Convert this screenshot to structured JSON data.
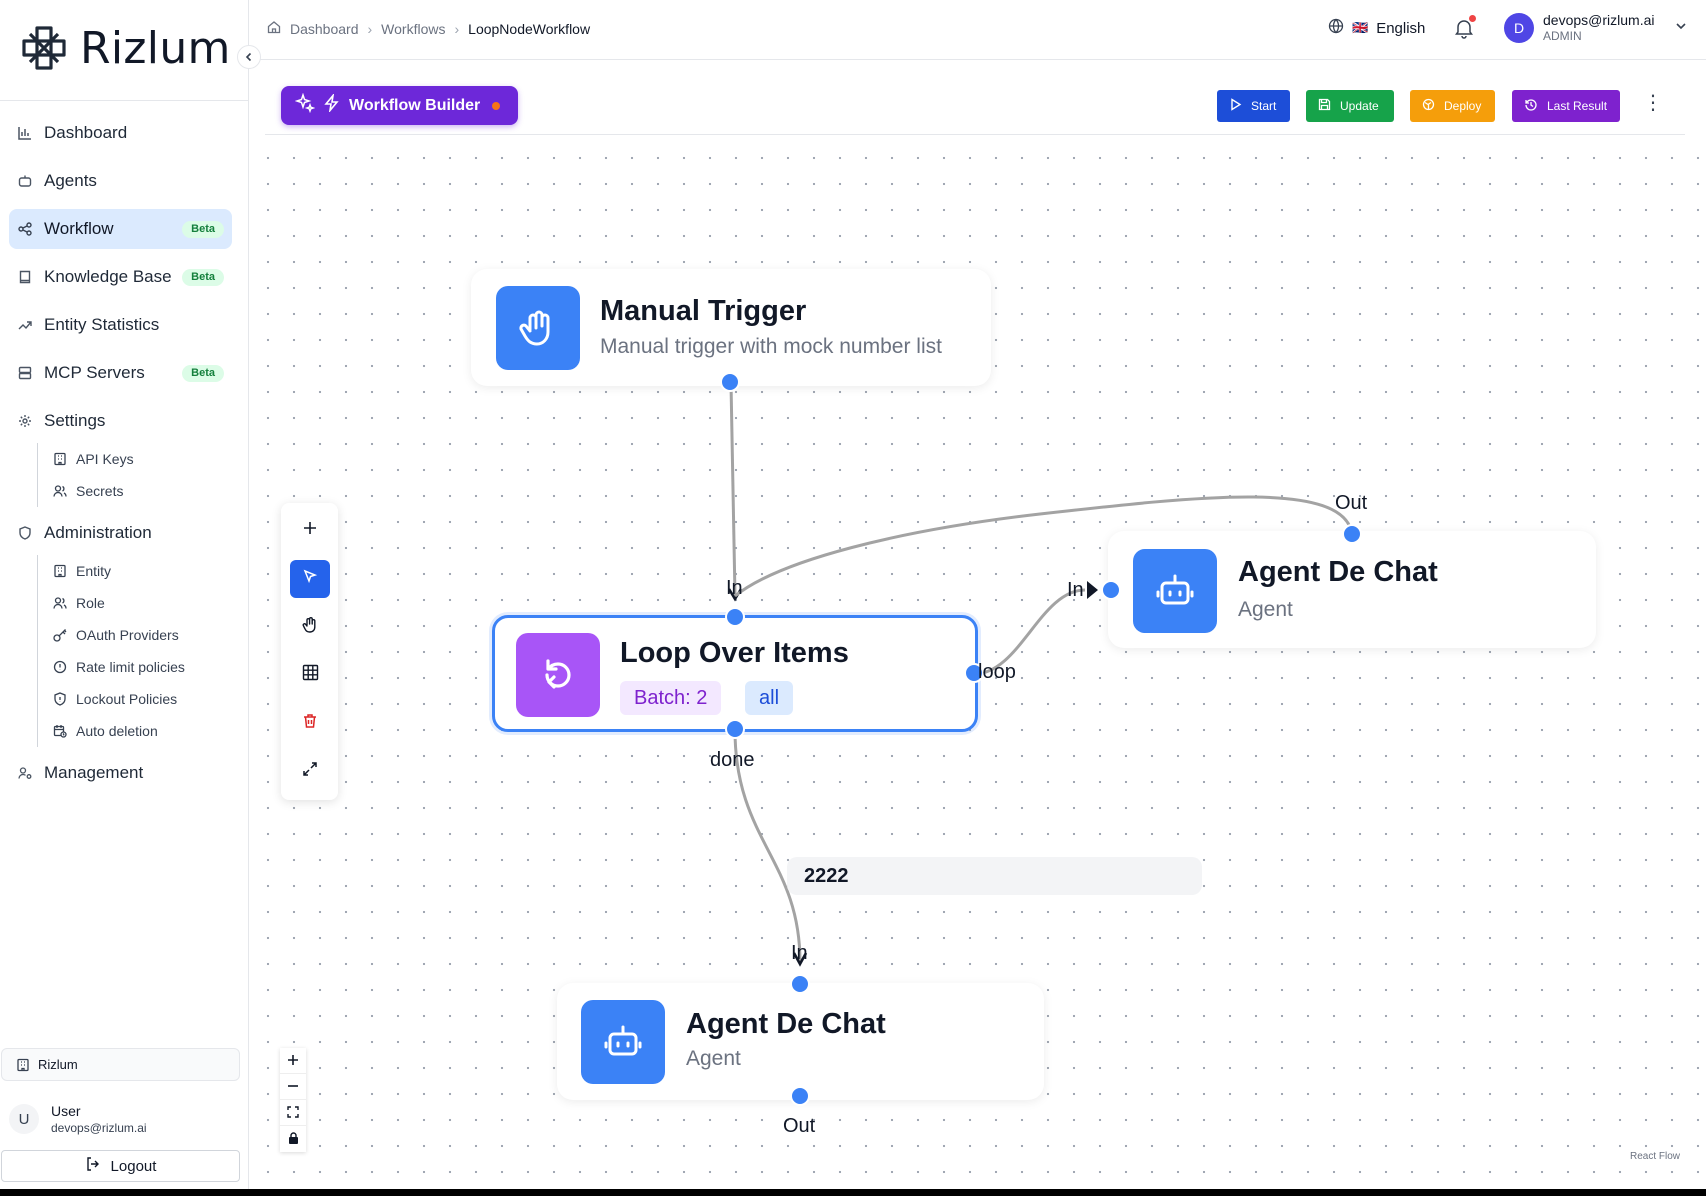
{
  "brand": {
    "name": "Rizlum",
    "accent": "#2563eb",
    "brand_purple": "#6d28d9"
  },
  "sidebar": {
    "items": [
      {
        "label": "Dashboard",
        "icon": "chart-icon"
      },
      {
        "label": "Agents",
        "icon": "bot-icon"
      },
      {
        "label": "Workflow",
        "icon": "share-icon",
        "badge": "Beta",
        "active": true
      },
      {
        "label": "Knowledge Base",
        "icon": "book-icon",
        "badge": "Beta"
      },
      {
        "label": "Entity Statistics",
        "icon": "trend-icon"
      },
      {
        "label": "MCP Servers",
        "icon": "server-icon",
        "badge": "Beta"
      },
      {
        "label": "Settings",
        "icon": "gear-icon"
      },
      {
        "label": "Administration",
        "icon": "shield-icon"
      },
      {
        "label": "Management",
        "icon": "users-cog-icon"
      }
    ],
    "settings_sub": [
      {
        "label": "API Keys"
      },
      {
        "label": "Secrets"
      }
    ],
    "admin_sub": [
      {
        "label": "Entity"
      },
      {
        "label": "Role"
      },
      {
        "label": "OAuth Providers"
      },
      {
        "label": "Rate limit policies"
      },
      {
        "label": "Lockout Policies"
      },
      {
        "label": "Auto deletion"
      }
    ],
    "tenant": "Rizlum",
    "user": {
      "initial": "U",
      "name": "User",
      "email": "devops@rizlum.ai"
    },
    "logout": "Logout"
  },
  "header": {
    "breadcrumb": [
      "Dashboard",
      "Workflows",
      "LoopNodeWorkflow"
    ],
    "language": "English",
    "flag": "🇬🇧",
    "account": {
      "initial": "D",
      "email": "devops@rizlum.ai",
      "role": "ADMIN"
    }
  },
  "toolbar": {
    "title": "Workflow Builder",
    "start": "Start",
    "update": "Update",
    "deploy": "Deploy",
    "last_result": "Last Result"
  },
  "nodes": {
    "trigger": {
      "title": "Manual Trigger",
      "subtitle": "Manual trigger with mock number list"
    },
    "loop": {
      "title": "Loop Over Items",
      "batch": "Batch: 2",
      "mode": "all",
      "in": "In",
      "loop": "loop",
      "done": "done"
    },
    "agent_right": {
      "title": "Agent De Chat",
      "subtitle": "Agent",
      "in": "In",
      "out": "Out"
    },
    "agent_bottom": {
      "title": "Agent De Chat",
      "subtitle": "Agent",
      "in": "In",
      "out": "Out"
    }
  },
  "edge_label": "2222",
  "attribution": "React Flow"
}
